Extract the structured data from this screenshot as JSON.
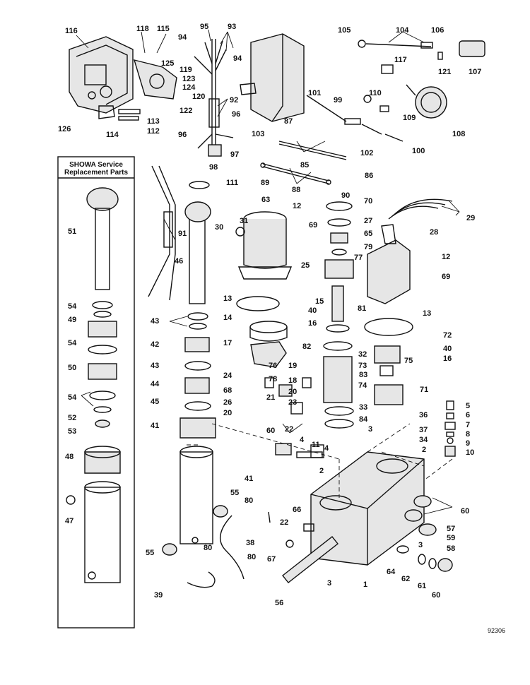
{
  "panel": {
    "title_line1": "SHOWA Service",
    "title_line2": "Replacement Parts"
  },
  "doc_number": "92306",
  "labels": [
    "116",
    "118",
    "115",
    "95",
    "93",
    "94",
    "94",
    "125",
    "119",
    "123",
    "124",
    "120",
    "92",
    "122",
    "113",
    "112",
    "114",
    "126",
    "96",
    "96",
    "97",
    "98",
    "103",
    "105",
    "104",
    "106",
    "117",
    "107",
    "121",
    "101",
    "99",
    "110",
    "109",
    "108",
    "87",
    "102",
    "100",
    "85",
    "86",
    "89",
    "88",
    "90",
    "111",
    "63",
    "70",
    "27",
    "65",
    "79",
    "77",
    "29",
    "28",
    "12",
    "69",
    "25",
    "12",
    "69",
    "81",
    "13",
    "15",
    "40",
    "16",
    "13",
    "72",
    "40",
    "16",
    "14",
    "17",
    "82",
    "32",
    "75",
    "73",
    "74",
    "71",
    "5",
    "6",
    "7",
    "8",
    "9",
    "10",
    "24",
    "76",
    "19",
    "78",
    "18",
    "20",
    "68",
    "26",
    "21",
    "23",
    "20",
    "83",
    "33",
    "84",
    "36",
    "37",
    "34",
    "22",
    "60",
    "4",
    "11",
    "4",
    "3",
    "2",
    "2",
    "51",
    "54",
    "49",
    "54",
    "50",
    "54",
    "52",
    "53",
    "48",
    "47",
    "43",
    "42",
    "43",
    "44",
    "45",
    "41",
    "30",
    "31",
    "91",
    "46",
    "41",
    "80",
    "55",
    "66",
    "22",
    "67",
    "80",
    "38",
    "80",
    "55",
    "39",
    "56",
    "3",
    "1",
    "64",
    "62",
    "61",
    "60",
    "57",
    "59",
    "58",
    "60",
    "3"
  ]
}
